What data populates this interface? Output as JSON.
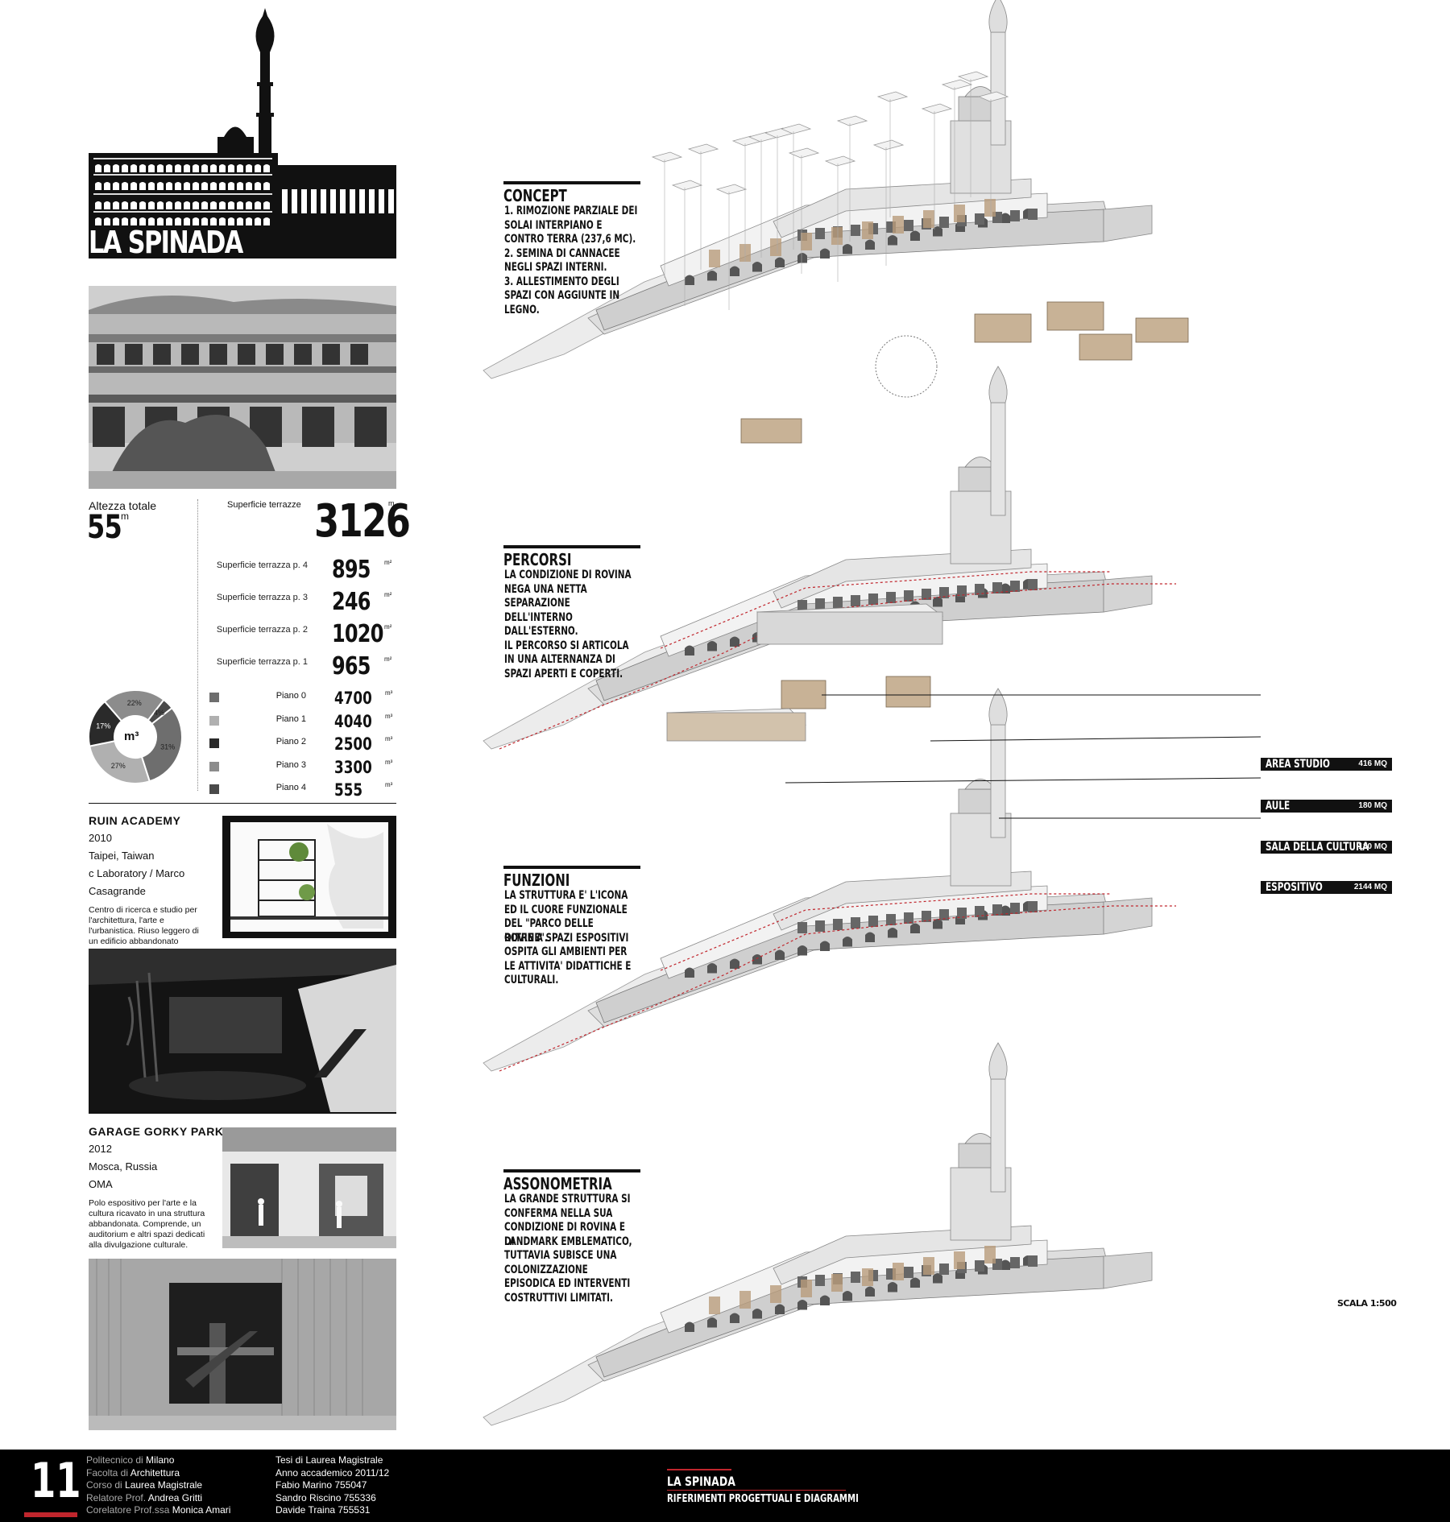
{
  "title": "LA SPINADA",
  "stats": {
    "height_label": "Altezza totale",
    "height_value": "55",
    "height_unit": "m",
    "terraces_label": "Superficie terrazze",
    "terraces_value": "3126",
    "terraces_unit": "m",
    "terraces": [
      {
        "label": "Superficie terrazza p. 4",
        "value": "895",
        "unit": "m²"
      },
      {
        "label": "Superficie terrazza p. 3",
        "value": "246",
        "unit": "m²"
      },
      {
        "label": "Superficie terrazza p. 2",
        "value": "1020",
        "unit": "m²"
      },
      {
        "label": "Superficie terrazza p. 1",
        "value": "965",
        "unit": "m²"
      }
    ]
  },
  "donut": {
    "center_label": "m³",
    "slices": [
      {
        "label": "31%",
        "value": 31,
        "color": "#6e6e6e"
      },
      {
        "label": "27%",
        "value": 27,
        "color": "#b0b0b0"
      },
      {
        "label": "17%",
        "value": 17,
        "color": "#2a2a2a"
      },
      {
        "label": "22%",
        "value": 22,
        "color": "#8c8c8c"
      },
      {
        "label": "4%",
        "value": 4,
        "color": "#4a4a4a"
      }
    ]
  },
  "volumes": [
    {
      "label": "Piano 0",
      "value": "4700",
      "unit": "m³",
      "color": "#6e6e6e"
    },
    {
      "label": "Piano 1",
      "value": "4040",
      "unit": "m³",
      "color": "#b0b0b0"
    },
    {
      "label": "Piano 2",
      "value": "2500",
      "unit": "m³",
      "color": "#2a2a2a"
    },
    {
      "label": "Piano 3",
      "value": "3300",
      "unit": "m³",
      "color": "#8c8c8c"
    },
    {
      "label": "Piano 4",
      "value": "555",
      "unit": "m³",
      "color": "#4a4a4a"
    }
  ],
  "refs": [
    {
      "title": "RUIN ACADEMY",
      "year": "2010",
      "place": "Taipei, Taiwan",
      "author1": "c Laboratory / Marco",
      "author2": "Casagrande",
      "desc": "Centro di ricerca e studio per l'architettura, l'arte e l'urbanistica. Riuso leggero di un edificio abbandonato"
    },
    {
      "title": "GARAGE GORKY PARK",
      "year": "2012",
      "place": "Mosca, Russia",
      "author1": "OMA",
      "desc": "Polo espositivo per l'arte e la cultura ricavato in una struttura abbandonata. Comprende, un auditorium e altri spazi dedicati alla divulgazione culturale."
    }
  ],
  "sections": [
    {
      "heading": "CONCEPT",
      "lines": [
        "1. RIMOZIONE PARZIALE DEI",
        "SOLAI INTERPIANO E",
        "CONTRO TERRA (237,6 MC).",
        "2. SEMINA DI CANNACEE",
        "NEGLI SPAZI INTERNI.",
        "3. ALLESTIMENTO DEGLI",
        "SPAZI CON AGGIUNTE IN",
        "LEGNO."
      ]
    },
    {
      "heading": "PERCORSI",
      "lines": [
        "LA CONDIZIONE DI ROVINA",
        "NEGA UNA NETTA",
        "SEPARAZIONE",
        "DELL'INTERNO",
        "DALL'ESTERNO.",
        "IL PERCORSO SI ARTICOLA",
        "IN UNA ALTERNANZA DI",
        "SPAZI APERTI E COPERTI."
      ]
    },
    {
      "heading": "FUNZIONI",
      "lines": [
        "LA STRUTTURA E' L'ICONA",
        "ED IL CUORE FUNZIONALE",
        "DEL \"PARCO DELLE ROVINE\".",
        "OLTRE A SPAZI ESPOSITIVI",
        "OSPITA GLI AMBIENTI PER",
        "LE ATTIVITA' DIDATTICHE E",
        "CULTURALI."
      ]
    },
    {
      "heading": "ASSONOMETRIA",
      "lines": [
        "LA GRANDE STRUTTURA SI",
        "CONFERMA NELLA SUA",
        "CONDIZIONE DI ROVINA E DI",
        "LANDMARK EMBLEMATICO,",
        "TUTTAVIA SUBISCE UNA",
        "COLONIZZAZIONE",
        "EPISODICA ED INTERVENTI",
        "COSTRUTTIVI LIMITATI."
      ]
    }
  ],
  "functions": [
    {
      "label": "AREA STUDIO",
      "value": "416 MQ"
    },
    {
      "label": "AULE",
      "value": "180 MQ"
    },
    {
      "label": "SALA DELLA CULTURA",
      "value": "180 MQ"
    },
    {
      "label": "ESPOSITIVO",
      "value": "2144 MQ"
    }
  ],
  "scale": "SCALA 1:500",
  "footer": {
    "page_number": "11",
    "col1": [
      [
        "Politecnico di ",
        "Milano"
      ],
      [
        "Facolta di ",
        "Architettura"
      ],
      [
        "Corso di ",
        "Laurea Magistrale"
      ],
      [
        "Relatore Prof. ",
        "Andrea Gritti"
      ],
      [
        "Corelatore Prof.ssa ",
        "Monica Amari"
      ]
    ],
    "col2": [
      "Tesi di Laurea Magistrale",
      "Anno accademico 2011/12",
      "Fabio Marino 755047",
      "Sandro Riscino 755336",
      "Davide Traina 755531"
    ],
    "title": "LA SPINADA",
    "subtitle": "RIFERIMENTI PROGETTUALI E DIAGRAMMI",
    "accent": "#c0262d"
  }
}
